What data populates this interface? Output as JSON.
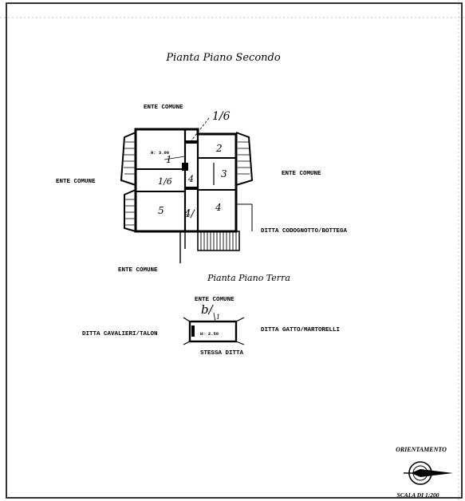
{
  "titles": {
    "second_floor": "Pianta Piano Secondo",
    "ground_floor": "Pianta Piano Terra"
  },
  "second_floor_labels": {
    "north": "ENTE COMUNE",
    "west": "ENTE COMUNE",
    "east": "ENTE COMUNE",
    "southeast": "DITTA CODOGNOTTO/BOTTEGA",
    "south": "ENTE COMUNE",
    "height": "H: 3.00"
  },
  "second_floor_marks": {
    "sub_top": "1/6",
    "sub_one": "1",
    "sub_frac": "1/6",
    "sub_four": "4",
    "sub_bottom": "4/",
    "room_2": "2",
    "room_3": "3",
    "room_4": "4",
    "room_5": "5"
  },
  "ground_floor_labels": {
    "north": "ENTE COMUNE",
    "west": "DITTA CAVALIERI/TALON",
    "east": "DITTA GATTO/MARTORELLI",
    "south": "STESSA DITTA",
    "height": "H: 2.50",
    "sub_mark": "b/",
    "sub_one": "1"
  },
  "orientation": {
    "heading": "ORIENTAMENTO",
    "scale": "SCALA DI 1:200"
  }
}
